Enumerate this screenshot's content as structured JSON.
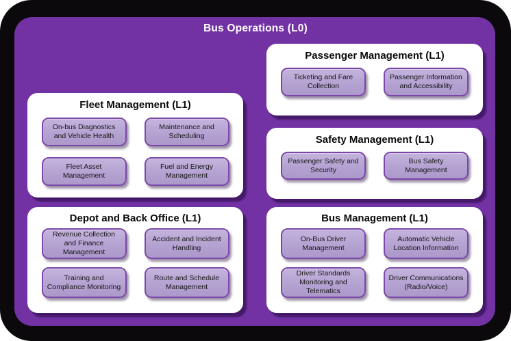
{
  "diagram": {
    "title": "Bus Operations (L0)",
    "groups": [
      {
        "id": "fleet-management",
        "title": "Fleet Management (L1)",
        "items": [
          "On-bus Diagnostics and Vehicle Health",
          "Maintenance and Scheduling",
          "Fleet Asset Management",
          "Fuel and Energy Management"
        ]
      },
      {
        "id": "passenger-management",
        "title": "Passenger Management (L1)",
        "items": [
          "Ticketing and Fare Collection",
          "Passenger Information and Accessibility"
        ]
      },
      {
        "id": "safety-management",
        "title": "Safety Management (L1)",
        "items": [
          "Passenger Safety and Security",
          "Bus Safety Management"
        ]
      },
      {
        "id": "depot-and-back-office",
        "title": "Depot and Back Office (L1)",
        "items": [
          "Revenue Collection and Finance Management",
          "Accident and Incident Handling",
          "Training and Compliance Monitoring",
          "Route and Schedule Management"
        ]
      },
      {
        "id": "bus-management",
        "title": "Bus Management (L1)",
        "items": [
          "On-Bus Driver Management",
          "Automatic Vehicle Location Information",
          "Driver Standards Monitoring and Telematics",
          "Driver Communications (Radio/Voice)"
        ]
      }
    ],
    "colors": {
      "frame_black": "#0b090c",
      "background_purple": "#7232a4",
      "panel_white": "#ffffff",
      "item_fill_light_purple": "#b4a2d2",
      "item_border_purple": "#7a46a9",
      "title_text_white": "#ffffff",
      "body_text_dark": "#151515"
    }
  }
}
